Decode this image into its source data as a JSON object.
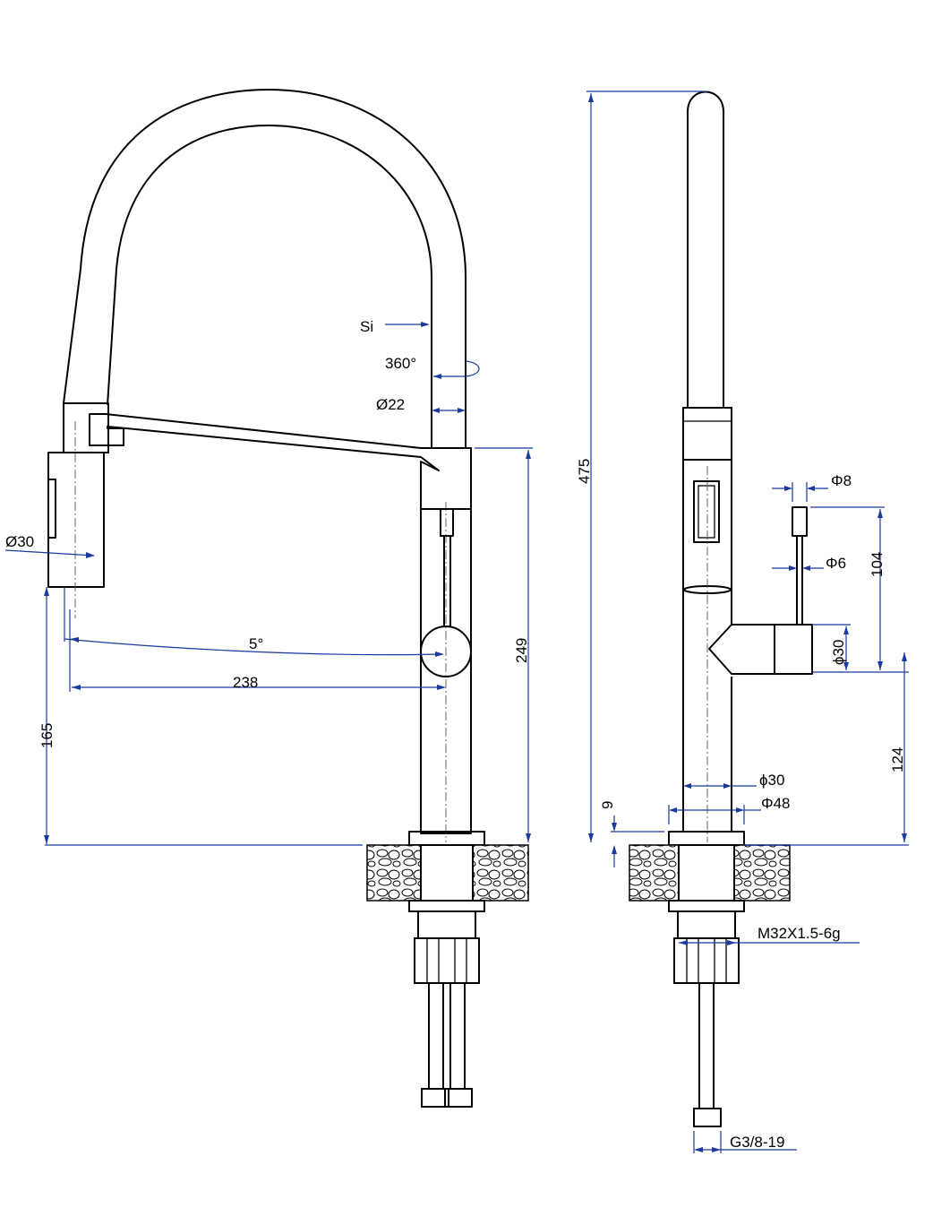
{
  "labels": {
    "si": "Si",
    "rotation": "360°",
    "hose_dia": "Ø22",
    "spray_dia": "Ø30",
    "angle": "5°",
    "reach": "238",
    "spout_height": "249",
    "spray_height": "165",
    "total_height": "475",
    "lever_tip_dia": "Φ8",
    "lever_dia": "Φ6",
    "lever_length": "104",
    "handle_dia": "ϕ30",
    "handle_height": "124",
    "body_dia": "ϕ30",
    "base_dia": "Φ48",
    "base_thickness": "9",
    "thread": "M32X1.5-6g",
    "hose_thread": "G3/8-19"
  },
  "colors": {
    "dimension": "#1a3a9e",
    "outline": "#000000"
  }
}
